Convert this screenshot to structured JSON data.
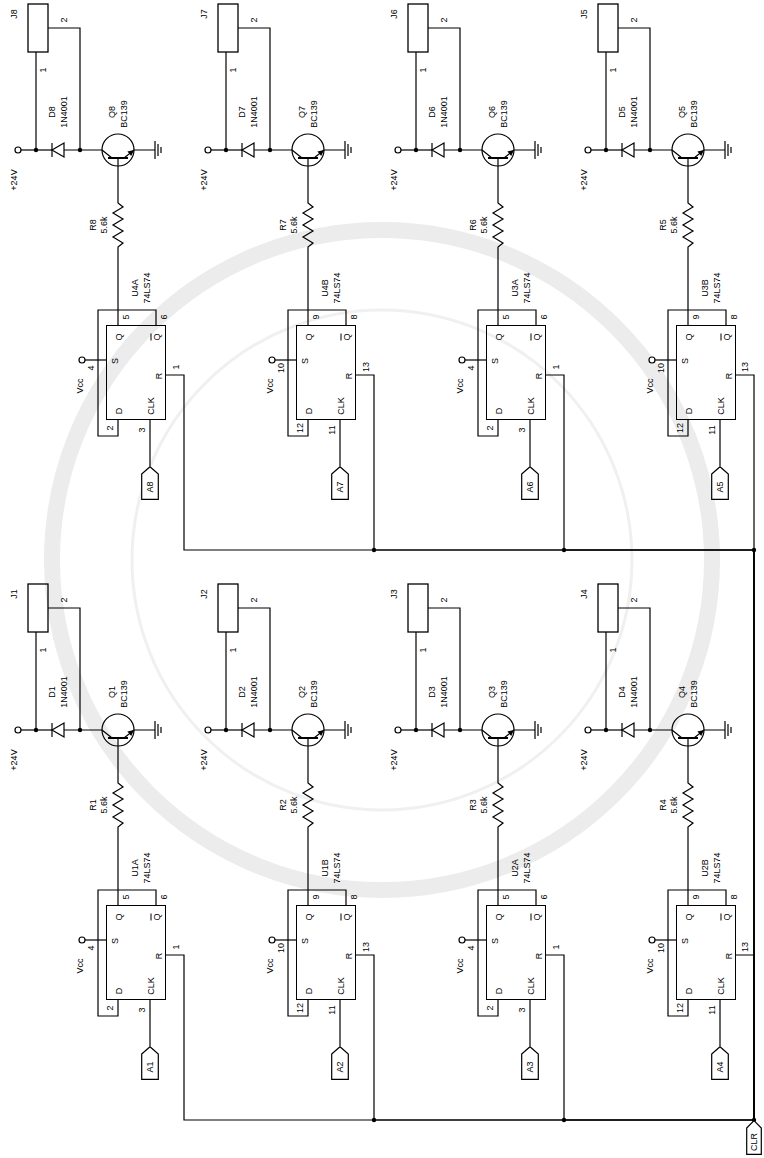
{
  "diagram": {
    "nodes": [
      {
        "text": [
          "Q",
          "Q",
          "S",
          "R",
          "D",
          "CLK"
        ]
      },
      {
        "text": [
          "Q",
          "Q",
          "S",
          "R",
          "D",
          "CLK"
        ]
      },
      {
        "text": [
          "Q",
          "Q",
          "S",
          "R",
          "D",
          "CLK"
        ]
      },
      {
        "text": [
          "Q",
          "Q",
          "S",
          "R",
          "D",
          "CLK"
        ]
      },
      {
        "text": [
          "Q",
          "Q",
          "S",
          "R",
          "D",
          "CLK"
        ]
      },
      {
        "text": [
          "Q",
          "Q",
          "S",
          "R",
          "D",
          "CLK"
        ]
      },
      {
        "text": [
          "Q",
          "Q",
          "S",
          "R",
          "D",
          "CLK"
        ]
      },
      {
        "text": [
          "Q",
          "Q",
          "S",
          "R",
          "D",
          "CLK"
        ]
      },
      {
        "text": [
          "A8"
        ]
      },
      {
        "text": [
          "A7"
        ]
      },
      {
        "text": [
          "A6"
        ]
      },
      {
        "text": [
          "A5"
        ]
      },
      {
        "text": [
          "A1"
        ]
      },
      {
        "text": [
          "A2"
        ]
      },
      {
        "text": [
          "A3"
        ]
      },
      {
        "text": [
          "A4"
        ]
      },
      {
        "text": [
          "CLR"
        ]
      }
    ],
    "edges": [
      {
        "from": 8,
        "to": 0,
        "arrow": "none"
      },
      {
        "from": 9,
        "to": 1,
        "arrow": "none"
      },
      {
        "from": 10,
        "to": 2,
        "arrow": "none"
      },
      {
        "from": 11,
        "to": 3,
        "arrow": "none"
      },
      {
        "from": 12,
        "to": 4,
        "arrow": "none"
      },
      {
        "from": 13,
        "to": 5,
        "arrow": "none"
      },
      {
        "from": 14,
        "to": 6,
        "arrow": "none"
      },
      {
        "from": 15,
        "to": 7,
        "arrow": "none"
      },
      {
        "from": 16,
        "to": 0,
        "arrow": "none"
      },
      {
        "from": 16,
        "to": 1,
        "arrow": "none"
      },
      {
        "from": 16,
        "to": 2,
        "arrow": "none"
      },
      {
        "from": 16,
        "to": 3,
        "arrow": "none"
      },
      {
        "from": 16,
        "to": 4,
        "arrow": "none"
      },
      {
        "from": 16,
        "to": 5,
        "arrow": "none"
      },
      {
        "from": 16,
        "to": 6,
        "arrow": "none"
      },
      {
        "from": 16,
        "to": 7,
        "arrow": "none"
      }
    ],
    "labels": [
      "J8",
      "1",
      "2",
      "+24V",
      "D8",
      "1N4001",
      "Q8",
      "BC139",
      "R8",
      "5.6k",
      "U4A",
      "74LS74",
      "Vcc",
      "5",
      "6",
      "4",
      "1",
      "2",
      "3",
      "J7",
      "1",
      "2",
      "+24V",
      "D7",
      "1N4001",
      "Q7",
      "BC139",
      "R7",
      "5.6k",
      "U4B",
      "74LS74",
      "Vcc",
      "9",
      "8",
      "10",
      "13",
      "12",
      "11",
      "J6",
      "1",
      "2",
      "+24V",
      "D6",
      "1N4001",
      "Q6",
      "BC139",
      "R6",
      "5.6k",
      "U3A",
      "74LS74",
      "Vcc",
      "5",
      "6",
      "4",
      "1",
      "2",
      "3",
      "J5",
      "1",
      "2",
      "+24V",
      "D5",
      "1N4001",
      "Q5",
      "BC139",
      "R5",
      "5.6k",
      "U3B",
      "74LS74",
      "Vcc",
      "9",
      "8",
      "10",
      "13",
      "12",
      "11",
      "J1",
      "1",
      "2",
      "+24V",
      "D1",
      "1N4001",
      "Q1",
      "BC139",
      "R1",
      "5.6k",
      "U1A",
      "74LS74",
      "Vcc",
      "5",
      "6",
      "4",
      "1",
      "2",
      "3",
      "J2",
      "1",
      "2",
      "+24V",
      "D2",
      "1N4001",
      "Q2",
      "BC139",
      "R2",
      "5.6k",
      "U1B",
      "74LS74",
      "Vcc",
      "9",
      "8",
      "10",
      "13",
      "12",
      "11",
      "J3",
      "1",
      "2",
      "+24V",
      "D3",
      "1N4001",
      "Q3",
      "BC139",
      "R3",
      "5.6k",
      "U2A",
      "74LS74",
      "Vcc",
      "5",
      "6",
      "4",
      "1",
      "2",
      "3",
      "J4",
      "1",
      "2",
      "+24V",
      "D4",
      "1N4001",
      "Q4",
      "BC139",
      "R4",
      "5.6k",
      "U2B",
      "74LS74",
      "Vcc",
      "9",
      "8",
      "10",
      "13",
      "12",
      "11"
    ]
  }
}
